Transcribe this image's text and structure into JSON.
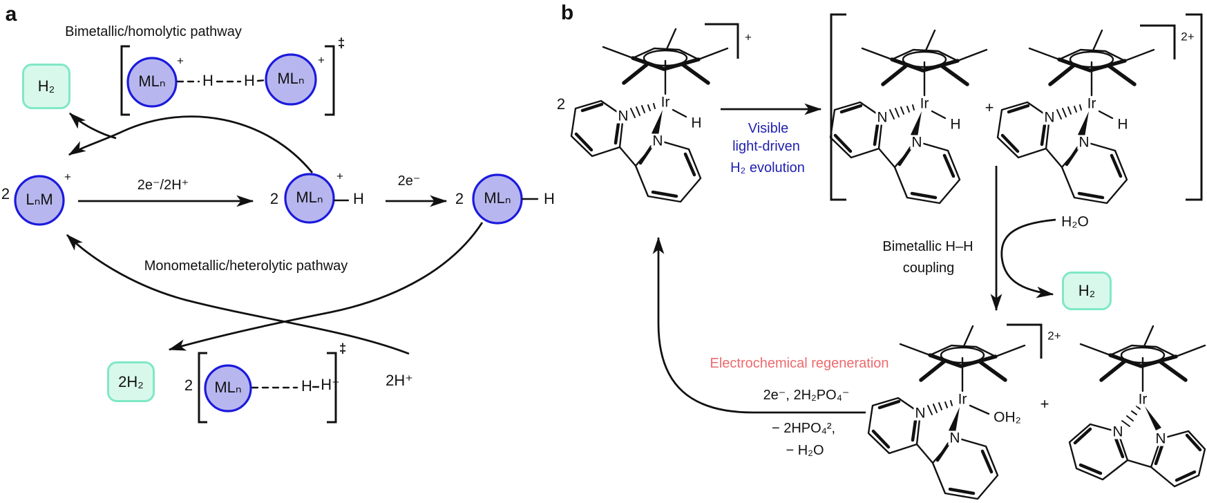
{
  "colors": {
    "accent_blue": "#1f1fb0",
    "accent_red": "#ed6a6d",
    "circle_fill": "#b8b6ee",
    "circle_stroke": "#1b1add",
    "box_fill": "#d9f8ec",
    "box_stroke": "#7fe8c6"
  },
  "a": {
    "panel_label": "a",
    "title": "Bimetallic/homolytic pathway",
    "bottom_title": "Monometallic/heterolytic pathway",
    "h2": "H₂",
    "two_h2": "2H₂",
    "coeff": "2",
    "plus": "+",
    "ddagger": "‡",
    "h": "H",
    "h_plus": "H⁺",
    "two_h_plus": "2H⁺",
    "lnm": "LₙM",
    "mln": "MLₙ",
    "step1": "2e⁻/2H⁺",
    "step2": "2e⁻"
  },
  "b": {
    "panel_label": "b",
    "coeff": "2",
    "plus_charge": "+",
    "two_plus_charge": "2+",
    "plus": "+",
    "ir": "Ir",
    "n": "N",
    "h": "H",
    "oh2": "OH₂",
    "h2o": "H₂O",
    "h2": "H₂",
    "photo_label_1": "Visible",
    "photo_label_2": "light-driven",
    "photo_label_3": "H₂ evolution",
    "coupling_label_1": "Bimetallic H–H",
    "coupling_label_2": "coupling",
    "regen_label": "Electrochemical regeneration",
    "regen_above": "2e⁻, 2H₂PO₄⁻",
    "regen_below_1": "− 2HPO₄²,",
    "regen_below_2": "− H₂O"
  }
}
